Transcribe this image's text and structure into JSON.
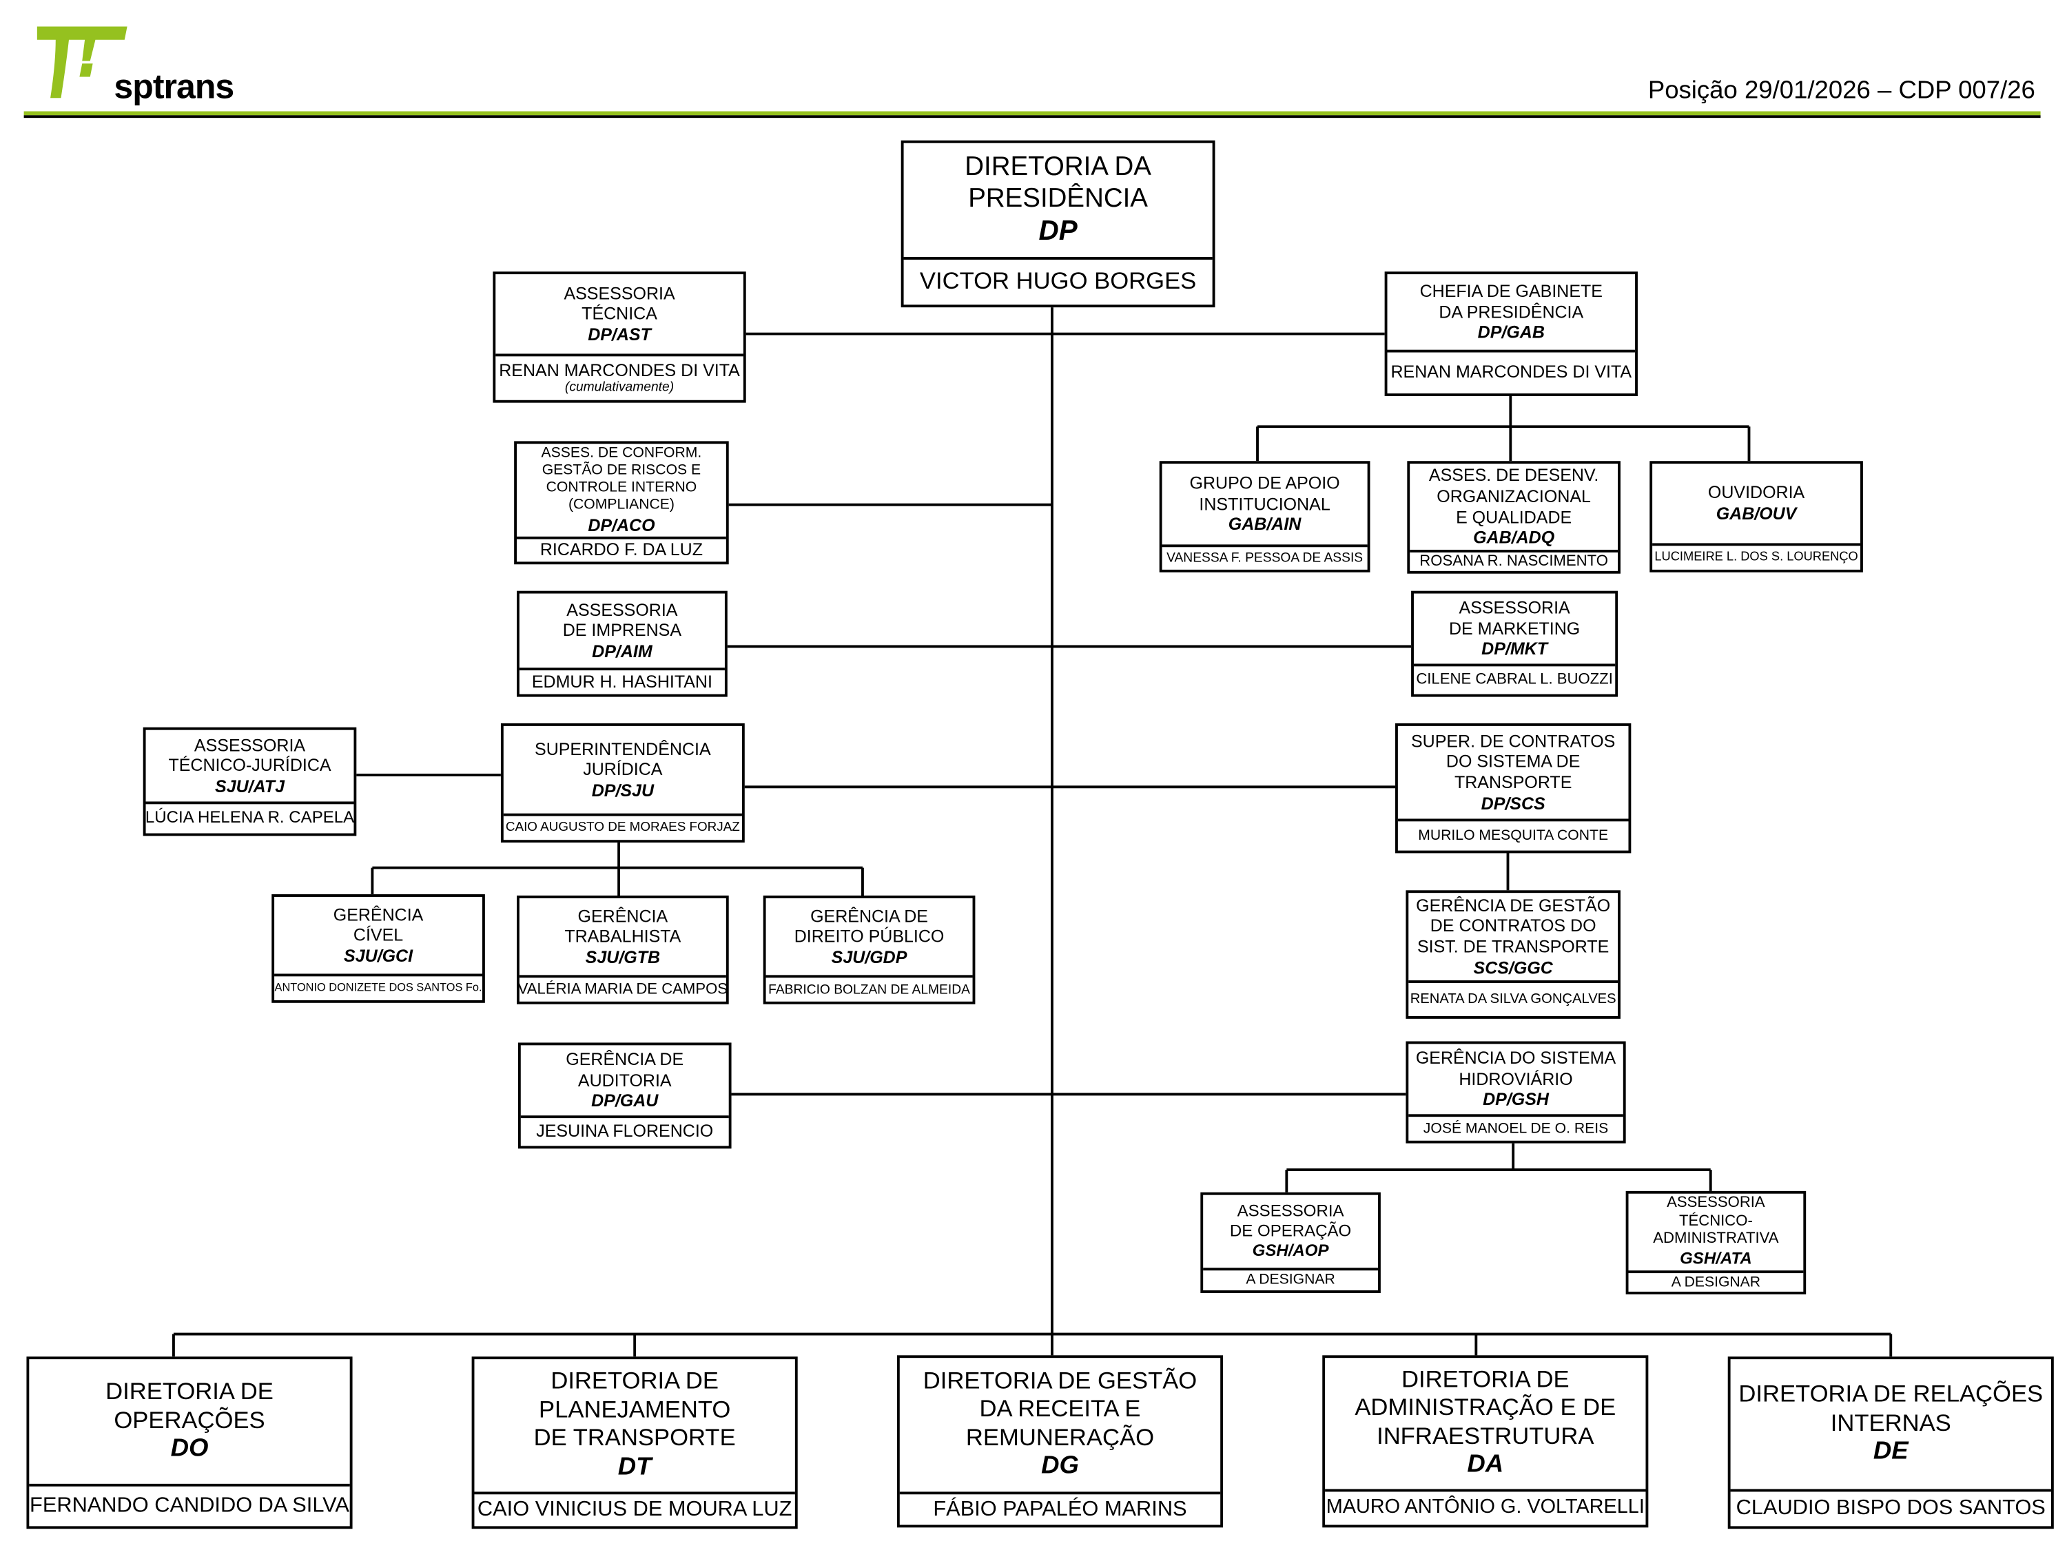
{
  "header": {
    "brand": "sptrans",
    "position_text": "Posição 29/01/2026 – CDP 007/26",
    "colors": {
      "brand_green": "#95c11f",
      "line": "#000000"
    }
  },
  "boxes": [
    {
      "id": "DP",
      "title": [
        "DIRETORIA DA",
        "PRESIDÊNCIA"
      ],
      "code": "DP",
      "name": "VICTOR HUGO BORGES"
    },
    {
      "id": "AST",
      "title": [
        "ASSESSORIA",
        "TÉCNICA"
      ],
      "code": "DP/AST",
      "name": "RENAN MARCONDES DI VITA",
      "note": "(cumulativamente)"
    },
    {
      "id": "GAB",
      "title": [
        "CHEFIA DE GABINETE",
        "DA PRESIDÊNCIA"
      ],
      "code": "DP/GAB",
      "name": "RENAN MARCONDES DI VITA"
    },
    {
      "id": "ACO",
      "title": [
        "ASSES. DE CONFORM.",
        "GESTÃO DE RISCOS E",
        "CONTROLE INTERNO",
        "(COMPLIANCE)"
      ],
      "code": "DP/ACO",
      "name": "RICARDO F. DA LUZ"
    },
    {
      "id": "AIN",
      "title": [
        "GRUPO DE APOIO",
        "INSTITUCIONAL"
      ],
      "code": "GAB/AIN",
      "name": "VANESSA F. PESSOA DE ASSIS"
    },
    {
      "id": "ADQ",
      "title": [
        "ASSES. DE DESENV.",
        "ORGANIZACIONAL",
        "E QUALIDADE"
      ],
      "code": "GAB/ADQ",
      "name": "ROSANA R. NASCIMENTO"
    },
    {
      "id": "OUV",
      "title": [
        "OUVIDORIA"
      ],
      "code": "GAB/OUV",
      "name": "LUCIMEIRE L. DOS S. LOURENÇO"
    },
    {
      "id": "AIM",
      "title": [
        "ASSESSORIA",
        "DE IMPRENSA"
      ],
      "code": "DP/AIM",
      "name": "EDMUR H. HASHITANI"
    },
    {
      "id": "MKT",
      "title": [
        "ASSESSORIA",
        "DE MARKETING"
      ],
      "code": "DP/MKT",
      "name": "CILENE CABRAL L. BUOZZI"
    },
    {
      "id": "ATJ",
      "title": [
        "ASSESSORIA",
        "TÉCNICO-JURÍDICA"
      ],
      "code": "SJU/ATJ",
      "name": "LÚCIA HELENA R. CAPELA"
    },
    {
      "id": "SJU",
      "title": [
        "SUPERINTENDÊNCIA",
        "JURÍDICA"
      ],
      "code": "DP/SJU",
      "name": "CAIO AUGUSTO DE MORAES FORJAZ"
    },
    {
      "id": "SCS",
      "title": [
        "SUPER. DE CONTRATOS",
        "DO SISTEMA DE",
        "TRANSPORTE"
      ],
      "code": "DP/SCS",
      "name": "MURILO MESQUITA CONTE"
    },
    {
      "id": "GCI",
      "title": [
        "GERÊNCIA",
        "CÍVEL"
      ],
      "code": "SJU/GCI",
      "name": "ANTONIO DONIZETE DOS SANTOS Fo."
    },
    {
      "id": "GTB",
      "title": [
        "GERÊNCIA",
        "TRABALHISTA"
      ],
      "code": "SJU/GTB",
      "name": "VALÉRIA MARIA DE CAMPOS"
    },
    {
      "id": "GDP",
      "title": [
        "GERÊNCIA DE",
        "DIREITO PÚBLICO"
      ],
      "code": "SJU/GDP",
      "name": "FABRICIO BOLZAN DE ALMEIDA"
    },
    {
      "id": "GGC",
      "title": [
        "GERÊNCIA DE GESTÃO",
        "DE CONTRATOS DO",
        "SIST. DE TRANSPORTE"
      ],
      "code": "SCS/GGC",
      "name": "RENATA DA SILVA GONÇALVES"
    },
    {
      "id": "GAU",
      "title": [
        "GERÊNCIA DE",
        "AUDITORIA"
      ],
      "code": "DP/GAU",
      "name": "JESUINA FLORENCIO"
    },
    {
      "id": "GSH",
      "title": [
        "GERÊNCIA DO SISTEMA",
        "HIDROVIÁRIO"
      ],
      "code": "DP/GSH",
      "name": "JOSÉ MANOEL DE O. REIS"
    },
    {
      "id": "AOP",
      "title": [
        "ASSESSORIA",
        "DE OPERAÇÃO"
      ],
      "code": "GSH/AOP",
      "name": "A DESIGNAR"
    },
    {
      "id": "ATA",
      "title": [
        "ASSESSORIA",
        "TÉCNICO-",
        "ADMINISTRATIVA"
      ],
      "code": "GSH/ATA",
      "name": "A DESIGNAR"
    },
    {
      "id": "DO",
      "title": [
        "DIRETORIA DE",
        "OPERAÇÕES"
      ],
      "code": "DO",
      "name": "FERNANDO CANDIDO DA SILVA"
    },
    {
      "id": "DT",
      "title": [
        "DIRETORIA DE",
        "PLANEJAMENTO",
        "DE TRANSPORTE"
      ],
      "code": "DT",
      "name": "CAIO VINICIUS DE MOURA LUZ"
    },
    {
      "id": "DG",
      "title": [
        "DIRETORIA DE GESTÃO",
        "DA RECEITA E",
        "REMUNERAÇÃO"
      ],
      "code": "DG",
      "name": "FÁBIO PAPALÉO MARINS"
    },
    {
      "id": "DA",
      "title": [
        "DIRETORIA DE",
        "ADMINISTRAÇÃO E DE",
        "INFRAESTRUTURA"
      ],
      "code": "DA",
      "name": "MAURO ANTÔNIO G. VOLTARELLI"
    },
    {
      "id": "DE",
      "title": [
        "DIRETORIA DE RELAÇÕES",
        "INTERNAS"
      ],
      "code": "DE",
      "name": "CLAUDIO BISPO DOS SANTOS"
    }
  ]
}
